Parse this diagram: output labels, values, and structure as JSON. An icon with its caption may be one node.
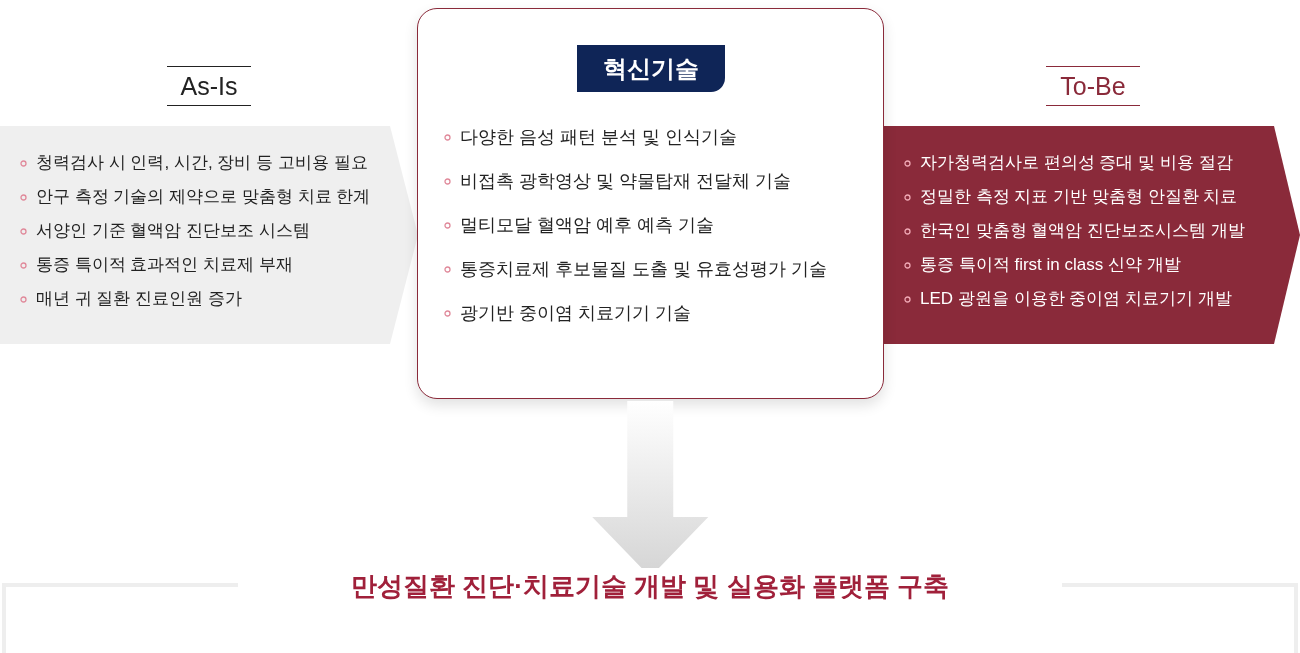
{
  "diagram": {
    "nodes": [
      {
        "text": [
          "As-Is",
          "청력검사 시 인력, 시간, 장비 등 고비용 필요",
          "안구 측정 기술의 제약으로 맞춤형 치료 한계",
          "서양인 기준 혈액암 진단보조 시스템",
          "통증 특이적 효과적인 치료제 부재",
          "매년 귀 질환 진료인원 증가"
        ]
      },
      {
        "text": [
          "혁신기술",
          "다양한 음성 패턴 분석 및 인식기술",
          "비접촉 광학영상 및 약물탑재 전달체 기술",
          "멀티모달 혈액암 예후 예측 기술",
          "통증치료제 후보물질 도출 및 유효성평가 기술",
          "광기반 중이염 치료기기 기술"
        ]
      },
      {
        "text": [
          "To-Be",
          "자가청력검사로 편의성 증대 및 비용 절감",
          "정밀한 측정 지표 기반 맞춤형 안질환 치료",
          "한국인 맞춤형 혈액암 진단보조시스템 개발",
          "통증 특이적 first in class 신약 개발",
          "LED 광원을 이용한 중이염 치료기기 개발"
        ]
      },
      {
        "text": [
          "만성질환 진단·치료기술 개발 및 실용화 플랫폼 구축"
        ]
      }
    ],
    "edges": [
      {
        "from": 1,
        "to": 3,
        "arrow": "to",
        "style": "thick"
      }
    ]
  }
}
